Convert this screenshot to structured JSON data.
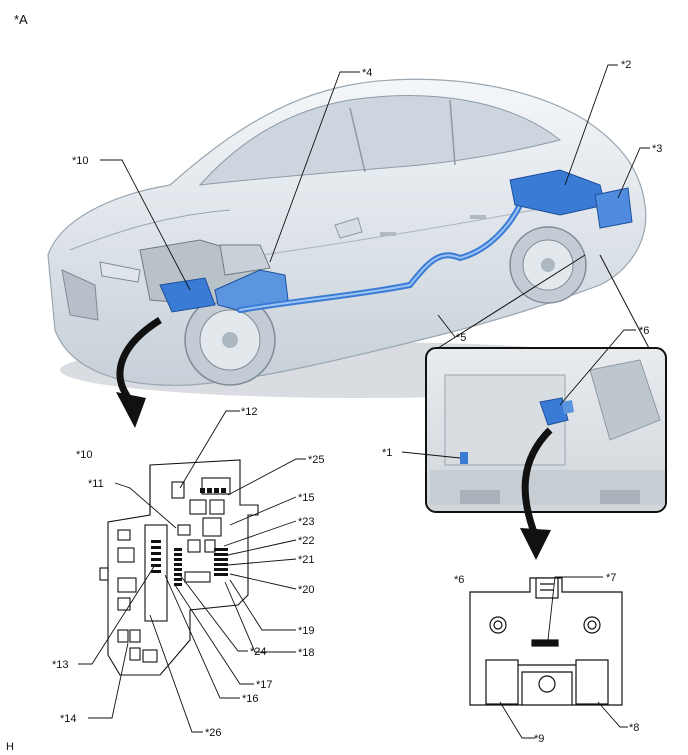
{
  "figure_tag": "*A",
  "corner_mark": "H",
  "callouts": {
    "c1": "*1",
    "c2": "*2",
    "c3": "*3",
    "c4": "*4",
    "c5": "*5",
    "c6": "*6",
    "c6b": "*6",
    "c7": "*7",
    "c8": "*8",
    "c9": "*9",
    "c10": "*10",
    "c10b": "*10",
    "c11": "*11",
    "c12": "*12",
    "c13": "*13",
    "c14": "*14",
    "c15": "*15",
    "c16": "*16",
    "c17": "*17",
    "c18": "*18",
    "c19": "*19",
    "c20": "*20",
    "c21": "*21",
    "c22": "*22",
    "c23": "*23",
    "c24": "*24",
    "c25": "*25",
    "c26": "*26"
  },
  "colors": {
    "highlight": "#3a7bd5",
    "highlight_light": "#7fb0f0",
    "vehicle_body": "#e4e9ee",
    "vehicle_shadow": "#b9c2cb",
    "line": "#111111",
    "panel": "#f2f2f2"
  },
  "icons": [
    "arrow-down-icon"
  ]
}
